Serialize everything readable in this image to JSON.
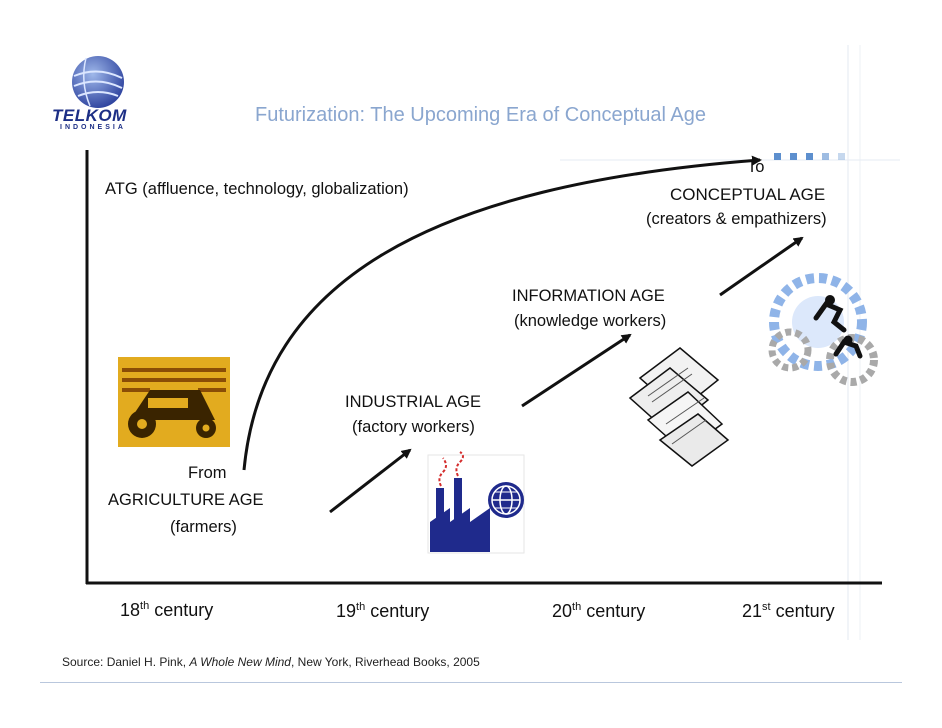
{
  "header": {
    "title": "Futurization: The Upcoming Era of Conceptual Age",
    "logo_text": "TELKOM",
    "logo_subtext": "INDONESIA"
  },
  "labels": {
    "atg": "ATG (affluence, technology, globalization)",
    "to": "To",
    "conceptual_age": "CONCEPTUAL AGE",
    "conceptual_sub": "(creators & empathizers)",
    "information_age": "INFORMATION AGE",
    "information_sub": "(knowledge workers)",
    "industrial_age": "INDUSTRIAL AGE",
    "industrial_sub": "(factory workers)",
    "from": "From",
    "agriculture_age": "AGRICULTURE AGE",
    "agriculture_sub": "(farmers)"
  },
  "centuries": [
    {
      "num": "18",
      "suffix": "th",
      "word": " century"
    },
    {
      "num": "19",
      "suffix": "th",
      "word": " century"
    },
    {
      "num": "20",
      "suffix": "th",
      "word": " century"
    },
    {
      "num": "21",
      "suffix": "st",
      "word": " century"
    }
  ],
  "source": {
    "prefix": "Source: Daniel H. Pink, ",
    "book": "A Whole New Mind",
    "suffix": ", New York, Riverhead Books, 2005"
  },
  "icons": [
    "tractor-icon",
    "factory-icon",
    "globe-icon",
    "documents-icon",
    "gears-businessmen-icon",
    "telkom-globe-icon"
  ],
  "colors": {
    "title": "#8aa6cf",
    "accent": "#5d8fce",
    "tractor_bg": "#e2ab1f",
    "factory": "#1f2a8c"
  }
}
